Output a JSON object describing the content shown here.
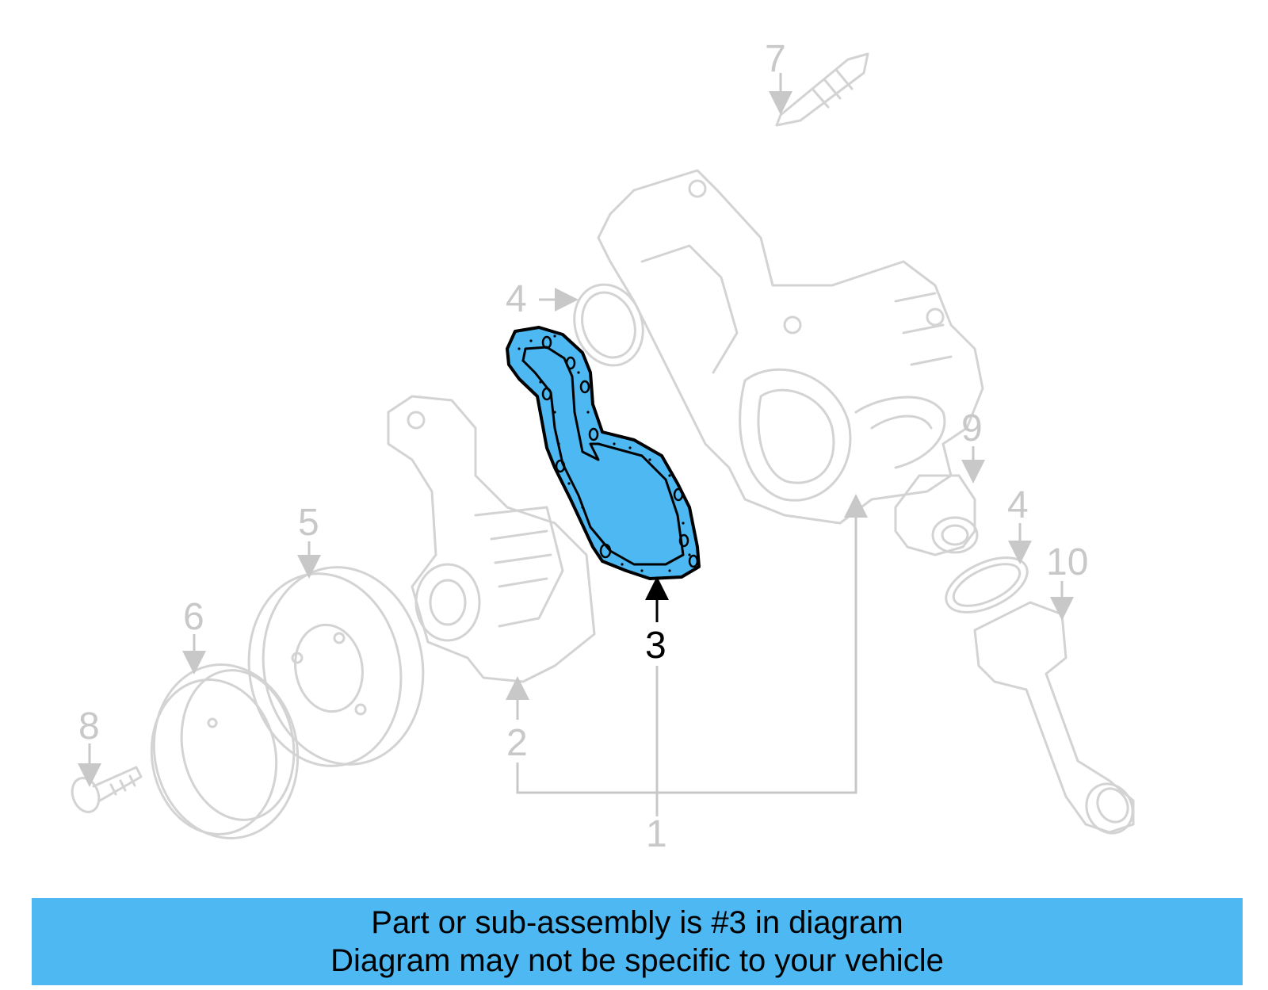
{
  "callouts": {
    "c1": "1",
    "c2": "2",
    "c3": "3",
    "c4a": "4",
    "c4b": "4",
    "c5": "5",
    "c6": "6",
    "c7": "7",
    "c8": "8",
    "c9": "9",
    "c10": "10"
  },
  "highlight": {
    "part": "3",
    "color": "#4db8f2"
  },
  "banner": {
    "line1": "Part or sub-assembly is #3 in diagram",
    "line2": "Diagram may not be specific to your vehicle"
  }
}
